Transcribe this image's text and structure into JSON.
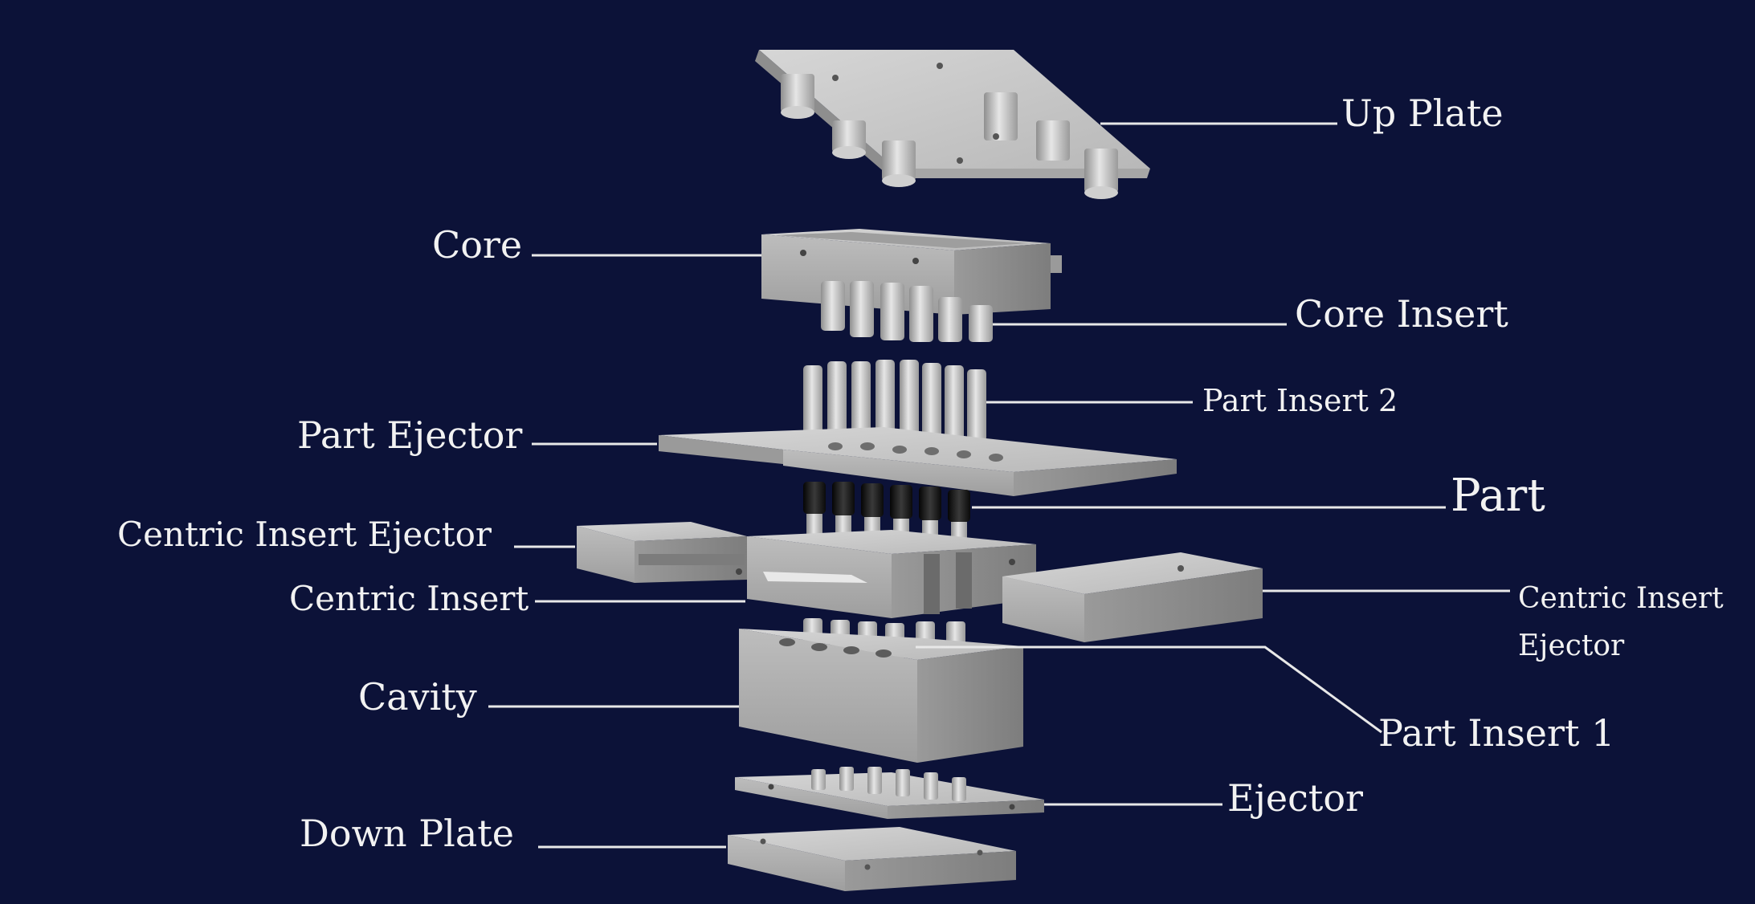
{
  "diagram": {
    "labels": {
      "up_plate": "Up Plate",
      "core": "Core",
      "core_insert": "Core Insert",
      "part_insert_2": "Part Insert 2",
      "part_ejector": "Part Ejector",
      "part": "Part",
      "centric_insert_ejector_left": "Centric Insert Ejector",
      "centric_insert": "Centric Insert",
      "centric_insert_ejector_right_line1": "Centric Insert",
      "centric_insert_ejector_right_line2": "Ejector",
      "cavity": "Cavity",
      "part_insert_1": "Part Insert 1",
      "ejector": "Ejector",
      "down_plate": "Down Plate"
    },
    "colors": {
      "background": "#0c1238",
      "metal_light": "#c9c9c9",
      "metal_mid": "#a9a9a9",
      "metal_dark": "#8a8a8a",
      "rubber": "#1a1a1a",
      "leader": "#e8e8e8"
    }
  }
}
